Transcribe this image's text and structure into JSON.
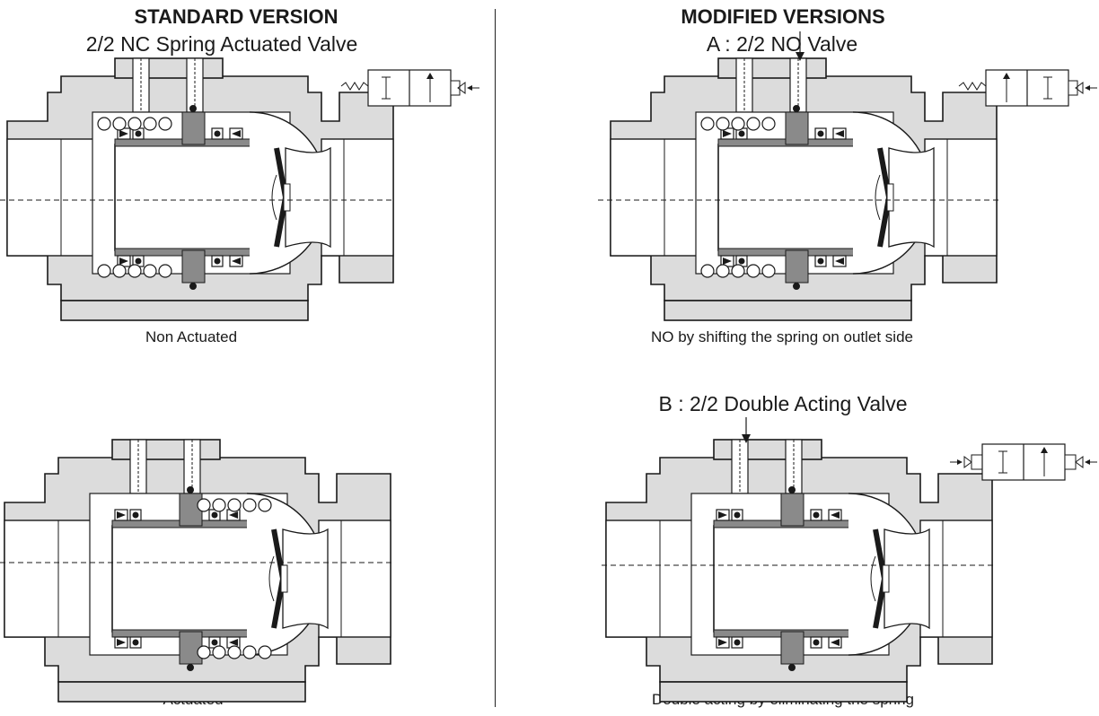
{
  "standard": {
    "heading": "STANDARD VERSION",
    "subtitle": "2/2 NC Spring Actuated Valve",
    "caption_top": "Non Actuated",
    "caption_bottom": "Actuated"
  },
  "modified": {
    "heading": "MODIFIED VERSIONS",
    "variant_a": "A : 2/2 NO Valve",
    "caption_a": "NO by shifting the spring on outlet side",
    "variant_b": "B : 2/2 Double Acting Valve",
    "caption_b": "Double acting by eliminating the spring"
  },
  "colors": {
    "body_fill": "#dcdcdc",
    "piston_fill": "#8a8a8a",
    "line": "#1a1a1a"
  }
}
